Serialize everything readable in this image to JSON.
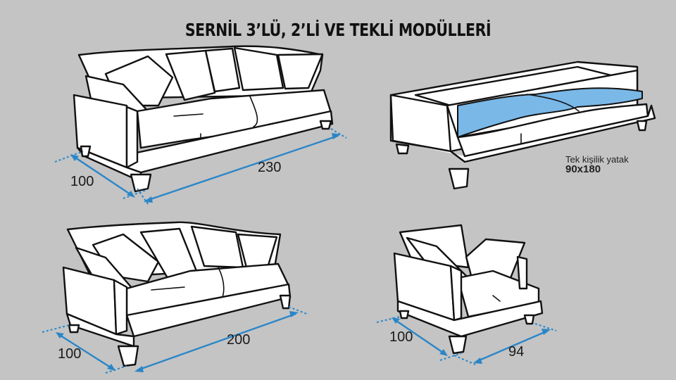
{
  "title": "SERNİL 3’LÜ, 2’Lİ VE TEKLİ MODÜLLERİ",
  "colors": {
    "background": "#c4c4c4",
    "mattress": "#7ab8e8",
    "dimension_line": "#2a86c8",
    "outline": "#111111"
  },
  "modules": [
    {
      "name": "3'lü sofa",
      "dimensions": {
        "depth": "100",
        "width": "230"
      }
    },
    {
      "name": "sofa bed (open)",
      "bed_label": "Tek kişilik yatak",
      "bed_size": "90x180"
    },
    {
      "name": "2'li sofa",
      "dimensions": {
        "depth": "100",
        "width": "200"
      }
    },
    {
      "name": "tekli armchair",
      "dimensions": {
        "depth": "100",
        "width": "94"
      }
    }
  ]
}
